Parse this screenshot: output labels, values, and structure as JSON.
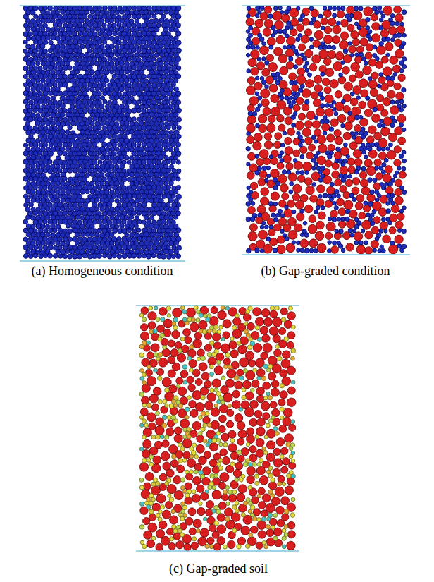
{
  "diagram": {
    "labels": [
      "(a) Homogeneous condition",
      "(b) Gap-graded condition",
      "(c) Gap-graded soil"
    ]
  }
}
